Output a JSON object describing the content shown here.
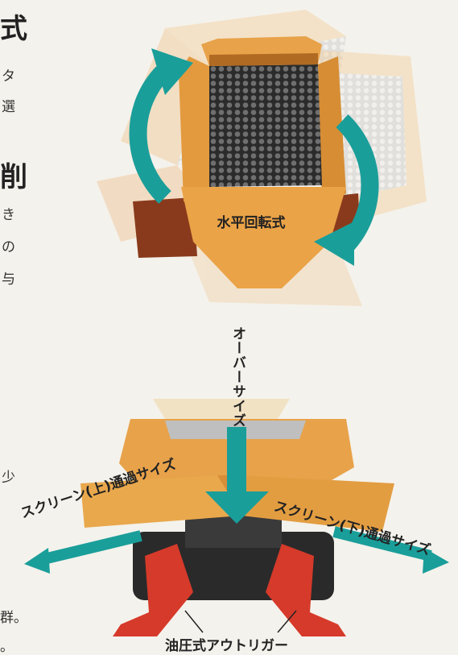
{
  "left_column_cutoff": {
    "heading_1": "式",
    "line_1": "タ",
    "line_2": "選",
    "heading_2": "削",
    "line_3": "き",
    "line_4": "の",
    "line_5": "与",
    "line_6": "少",
    "line_7": "群。",
    "line_8": "。"
  },
  "top_figure": {
    "center_label": "水平回転式"
  },
  "bottom_figure": {
    "oversize_label": "オーバーサイズ",
    "screen_upper_label": "スクリーン(上)通過サイズ",
    "screen_lower_label": "スクリーン(下)通過サイズ",
    "outrigger_label": "油圧式アウトリガー"
  },
  "colors": {
    "background": "#f4f2ec",
    "teal": "#1a9e9a",
    "machine_orange": "#e9a64a",
    "outrigger_red": "#d63a2a"
  }
}
